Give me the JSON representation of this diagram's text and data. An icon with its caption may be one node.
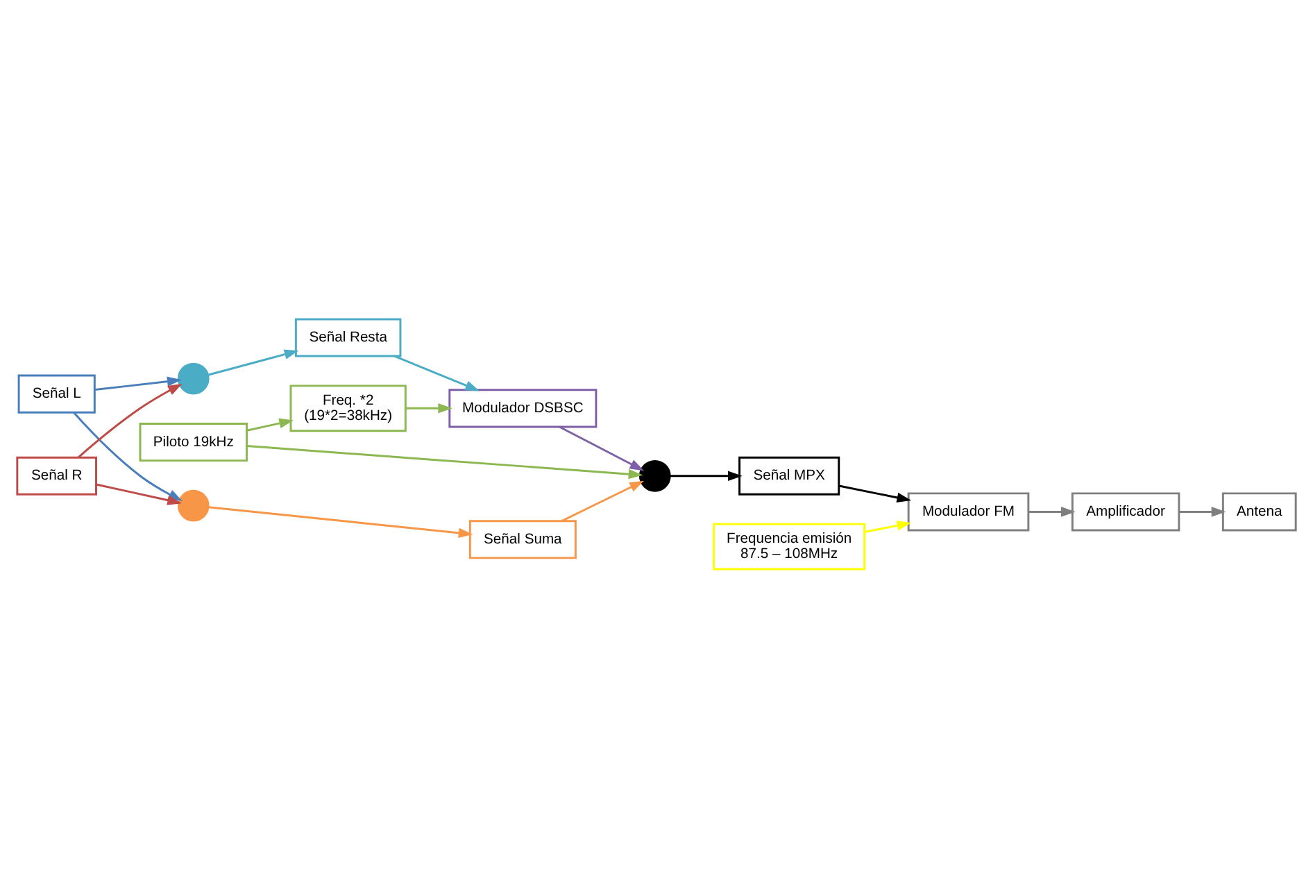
{
  "diagram": {
    "nodes": [
      {
        "text": [
          "Señal L"
        ]
      },
      {
        "text": [
          "Señal R"
        ]
      },
      {
        "text": [],
        "shape": "circle"
      },
      {
        "text": [],
        "shape": "circle"
      },
      {
        "text": [
          "Señal Suma"
        ]
      },
      {
        "text": [
          "Señal Resta"
        ]
      },
      {
        "text": [
          "Modulador DSBSC"
        ]
      },
      {
        "text": [
          "Freq. *2",
          "(19*2=38kHz)"
        ]
      },
      {
        "text": [
          "Piloto 19kHz"
        ]
      },
      {
        "text": [],
        "shape": "circle"
      },
      {
        "text": [
          "Señal MPX"
        ]
      },
      {
        "text": [
          "Modulador FM"
        ]
      },
      {
        "text": [
          "Amplificador"
        ]
      },
      {
        "text": [
          "Antena"
        ]
      },
      {
        "text": [
          "Frequencia emisión",
          "87.5 – 108MHz"
        ]
      }
    ],
    "edges": [
      {
        "from": 0,
        "to": 2,
        "arrow": "to",
        "color": "#4a7ebb"
      },
      {
        "from": 0,
        "to": 3,
        "arrow": "to",
        "color": "#4a7ebb"
      },
      {
        "from": 1,
        "to": 2,
        "arrow": "to",
        "color": "#be4b48"
      },
      {
        "from": 1,
        "to": 3,
        "arrow": "to",
        "color": "#be4b48"
      },
      {
        "from": 2,
        "to": 4,
        "arrow": "to",
        "color": "#f79646"
      },
      {
        "from": 3,
        "to": 5,
        "arrow": "to",
        "color": "#4bacc6"
      },
      {
        "from": 5,
        "to": 6,
        "arrow": "to",
        "color": "#4bacc6"
      },
      {
        "from": 4,
        "to": 9,
        "arrow": "to",
        "color": "#f79646"
      },
      {
        "from": 6,
        "to": 9,
        "arrow": "to",
        "color": "#7f5fa8"
      },
      {
        "from": 8,
        "to": 7,
        "arrow": "to",
        "color": "#8cb751"
      },
      {
        "from": 7,
        "to": 6,
        "arrow": "to",
        "color": "#8cb751"
      },
      {
        "from": 8,
        "to": 9,
        "arrow": "to",
        "color": "#8cb751"
      },
      {
        "from": 9,
        "to": 10,
        "arrow": "to",
        "color": "#000000"
      },
      {
        "from": 10,
        "to": 11,
        "arrow": "to",
        "color": "#000000"
      },
      {
        "from": 11,
        "to": 12,
        "arrow": "to",
        "color": "#7f7f7f"
      },
      {
        "from": 12,
        "to": 13,
        "arrow": "to",
        "color": "#7f7f7f"
      },
      {
        "from": 14,
        "to": 11,
        "arrow": "to",
        "color": "#ffff00"
      }
    ]
  }
}
